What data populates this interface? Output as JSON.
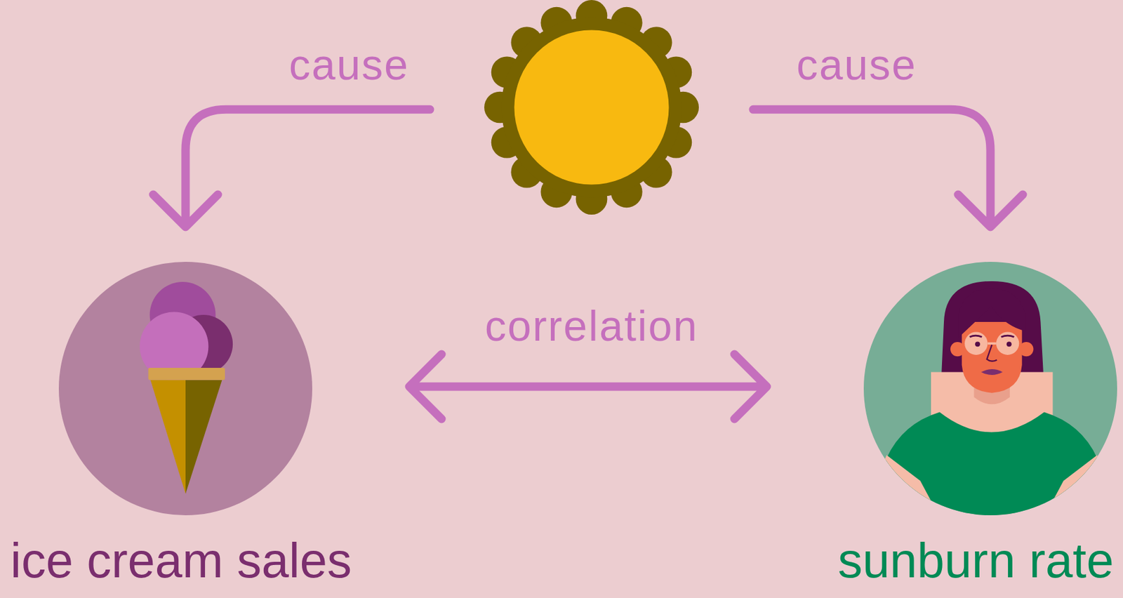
{
  "diagram": {
    "nodes": [
      {
        "text": []
      },
      {
        "text": [
          "ice cream sales"
        ]
      },
      {
        "text": [
          "sunburn rate"
        ]
      }
    ],
    "edges": [
      {
        "from": 0,
        "to": 1,
        "label": "cause",
        "arrow": "to"
      },
      {
        "from": 0,
        "to": 2,
        "label": "cause",
        "arrow": "to"
      },
      {
        "from": 1,
        "to": 2,
        "label": "correlation",
        "arrow": "both"
      }
    ]
  }
}
